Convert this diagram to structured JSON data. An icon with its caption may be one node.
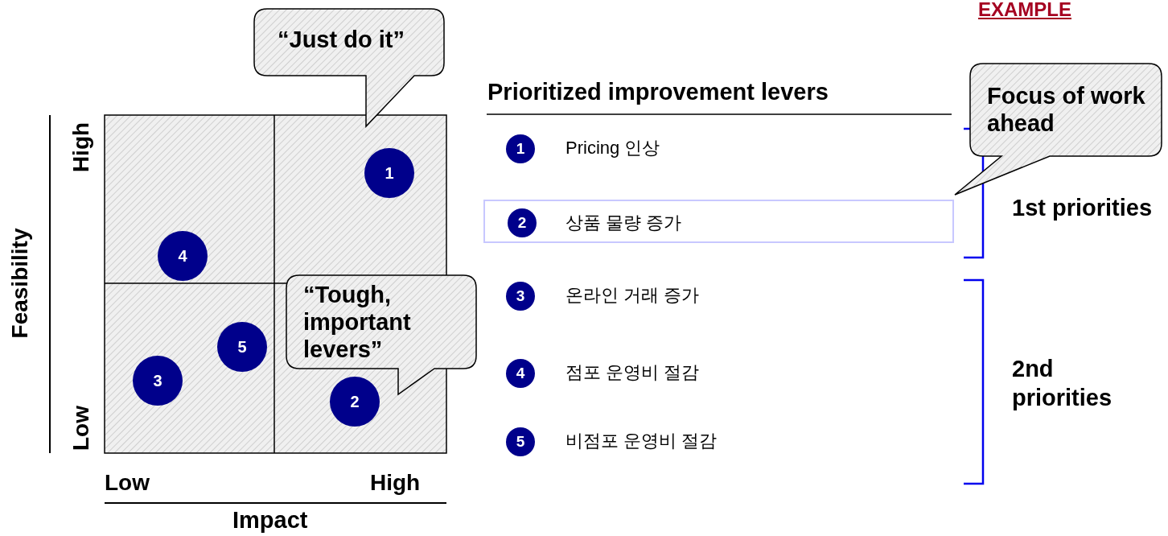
{
  "diagram": {
    "nodes": [
      {
        "text": [
          "“Just do it”"
        ]
      },
      {
        "text": [
          "1"
        ]
      },
      {
        "text": [
          "4"
        ]
      },
      {
        "text": [
          "“Tough, important levers”"
        ]
      },
      {
        "text": [
          "5"
        ]
      },
      {
        "text": [
          "3"
        ]
      },
      {
        "text": [
          "2"
        ]
      },
      {
        "text": [
          "Focus of work ahead"
        ]
      },
      {
        "text": [
          "1"
        ]
      },
      {
        "text": [
          "상품 물량 증가"
        ]
      },
      {
        "text": [
          "2"
        ],
        "in": 9
      },
      {
        "text": [
          "3"
        ]
      },
      {
        "text": [
          "4"
        ]
      },
      {
        "text": [
          "5"
        ]
      }
    ],
    "labels": [
      "EXAMPLE",
      "High",
      "Feasibility",
      "Low",
      "Prioritized improvement levers",
      "Pricing 인상",
      "1st priorities",
      "온라인 거래 증가",
      "2nd priorities",
      "점포 운영비 절감",
      "비점포 운영비 절감",
      "Low",
      "High",
      "Impact"
    ]
  }
}
